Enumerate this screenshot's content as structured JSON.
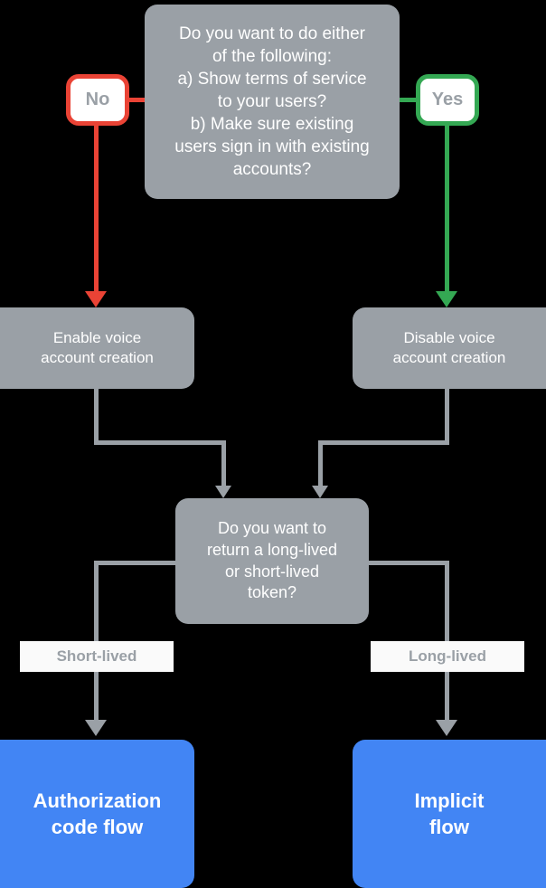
{
  "diagram": {
    "title": "Account linking flow decision chart",
    "background_color": "#000000",
    "colors": {
      "node_gray": "#9AA0A6",
      "terminal_blue": "#4285F4",
      "no_red": "#EA4335",
      "yes_green": "#34A853",
      "label_white": "#FAFAFA"
    }
  },
  "nodes": {
    "top_decision": {
      "text": "Do you want to do either of the following:\na) Show terms of service to your users?\nb) Make sure existing users sign in with existing accounts?",
      "lines": [
        "Do you want to do either",
        "of the following:",
        "a) Show terms of service",
        "to your users?",
        "b) Make sure existing",
        "users sign in with existing",
        "accounts?"
      ]
    },
    "badge_no": {
      "label": "No"
    },
    "badge_yes": {
      "label": "Yes"
    },
    "enable_voice": {
      "lines": [
        "Enable voice",
        "account creation"
      ]
    },
    "disable_voice": {
      "lines": [
        "Disable voice",
        "account creation"
      ]
    },
    "token_decision": {
      "lines": [
        "Do you want to",
        "return a long-lived",
        "or short-lived",
        "token?"
      ]
    },
    "short_lived_label": {
      "label": "Short-lived"
    },
    "long_lived_label": {
      "label": "Long-lived"
    },
    "auth_code_flow": {
      "lines": [
        "Authorization",
        "code flow"
      ]
    },
    "implicit_flow": {
      "lines": [
        "Implicit",
        "flow"
      ]
    }
  }
}
